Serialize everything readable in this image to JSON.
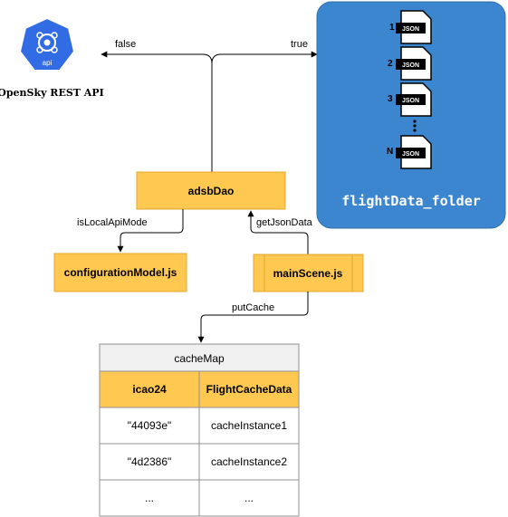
{
  "diagram": {
    "api_node": {
      "icon_text": "api",
      "label": "OpenSky REST API"
    },
    "branch": {
      "false_label": "false",
      "true_label": "true"
    },
    "folder": {
      "title": "flightData_folder",
      "fill_color": "#3b86cf",
      "files": [
        {
          "index": "1",
          "badge": "JSON"
        },
        {
          "index": "2",
          "badge": "JSON"
        },
        {
          "index": "3",
          "badge": "JSON"
        },
        {
          "index": "N",
          "badge": "JSON"
        }
      ]
    },
    "nodes": {
      "dao": "adsbDao",
      "config": "configurationModel.js",
      "scene": "mainScene.js"
    },
    "edges": {
      "is_local": "isLocalApiMode",
      "get_json": "getJsonData",
      "put_cache": "putCache"
    },
    "accent_color": "#ffc850",
    "table": {
      "title": "cacheMap",
      "columns": [
        "icao24",
        "FlightCacheData"
      ],
      "rows": [
        [
          "\"44093e\"",
          "cacheInstance1"
        ],
        [
          "\"4d2386\"",
          "cacheInstance2"
        ],
        [
          "...",
          "..."
        ]
      ]
    }
  }
}
